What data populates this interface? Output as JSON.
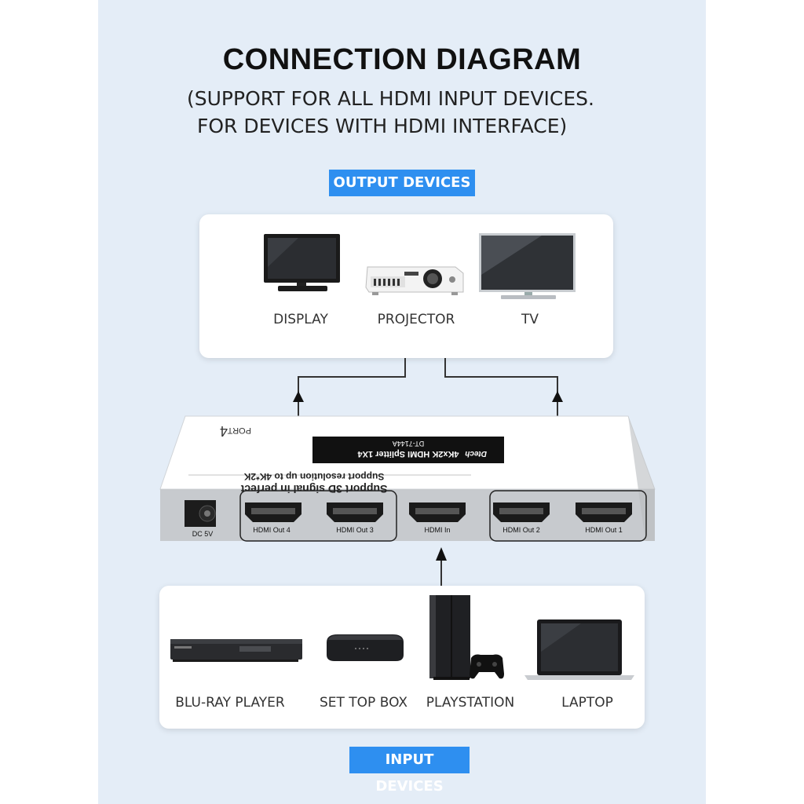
{
  "title": "CONNECTION DIAGRAM",
  "subtitle_line1": "(SUPPORT FOR ALL HDMI INPUT DEVICES.",
  "subtitle_line2": "FOR DEVICES WITH HDMI INTERFACE)",
  "output_section": {
    "tag": "OUTPUT DEVICES",
    "devices": [
      {
        "label": "DISPLAY",
        "icon": "monitor-icon"
      },
      {
        "label": "PROJECTOR",
        "icon": "projector-icon"
      },
      {
        "label": "TV",
        "icon": "tv-icon"
      }
    ]
  },
  "input_section": {
    "tag": "INPUT DEVICES",
    "devices": [
      {
        "label": "BLU-RAY PLAYER",
        "icon": "bluray-player-icon"
      },
      {
        "label": "SET TOP BOX",
        "icon": "set-top-box-icon"
      },
      {
        "label": "PLAYSTATION",
        "icon": "playstation-icon"
      },
      {
        "label": "LAPTOP",
        "icon": "laptop-icon"
      }
    ]
  },
  "splitter": {
    "top_text_line1": "Support 3D signal in perfect",
    "top_text_line2": "Support resolution up to 4K*2K",
    "brand": "Dtech",
    "model_title": "4Kx2K HDMI Splitter 1X4",
    "model_number": "DT-7144A",
    "port_text": "PORT",
    "ports": {
      "dc": "DC 5V",
      "out4": "HDMI Out 4",
      "out3": "HDMI Out 3",
      "in": "HDMI In",
      "out2": "HDMI Out 2",
      "out1": "HDMI Out 1"
    }
  },
  "colors": {
    "accent": "#2e8ff0",
    "background_panel": "#e4edf7",
    "splitter_body": "#c4c7cc"
  }
}
